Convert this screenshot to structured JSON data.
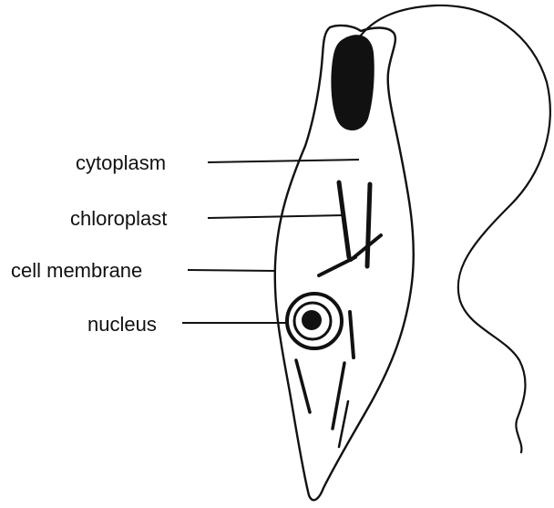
{
  "labels": {
    "cytoplasm": "cytoplasm",
    "chloroplast": "chloroplast",
    "cell_membrane": "cell membrane",
    "nucleus": "nucleus"
  },
  "colors": {
    "ink": "#111111",
    "background": "#ffffff"
  }
}
